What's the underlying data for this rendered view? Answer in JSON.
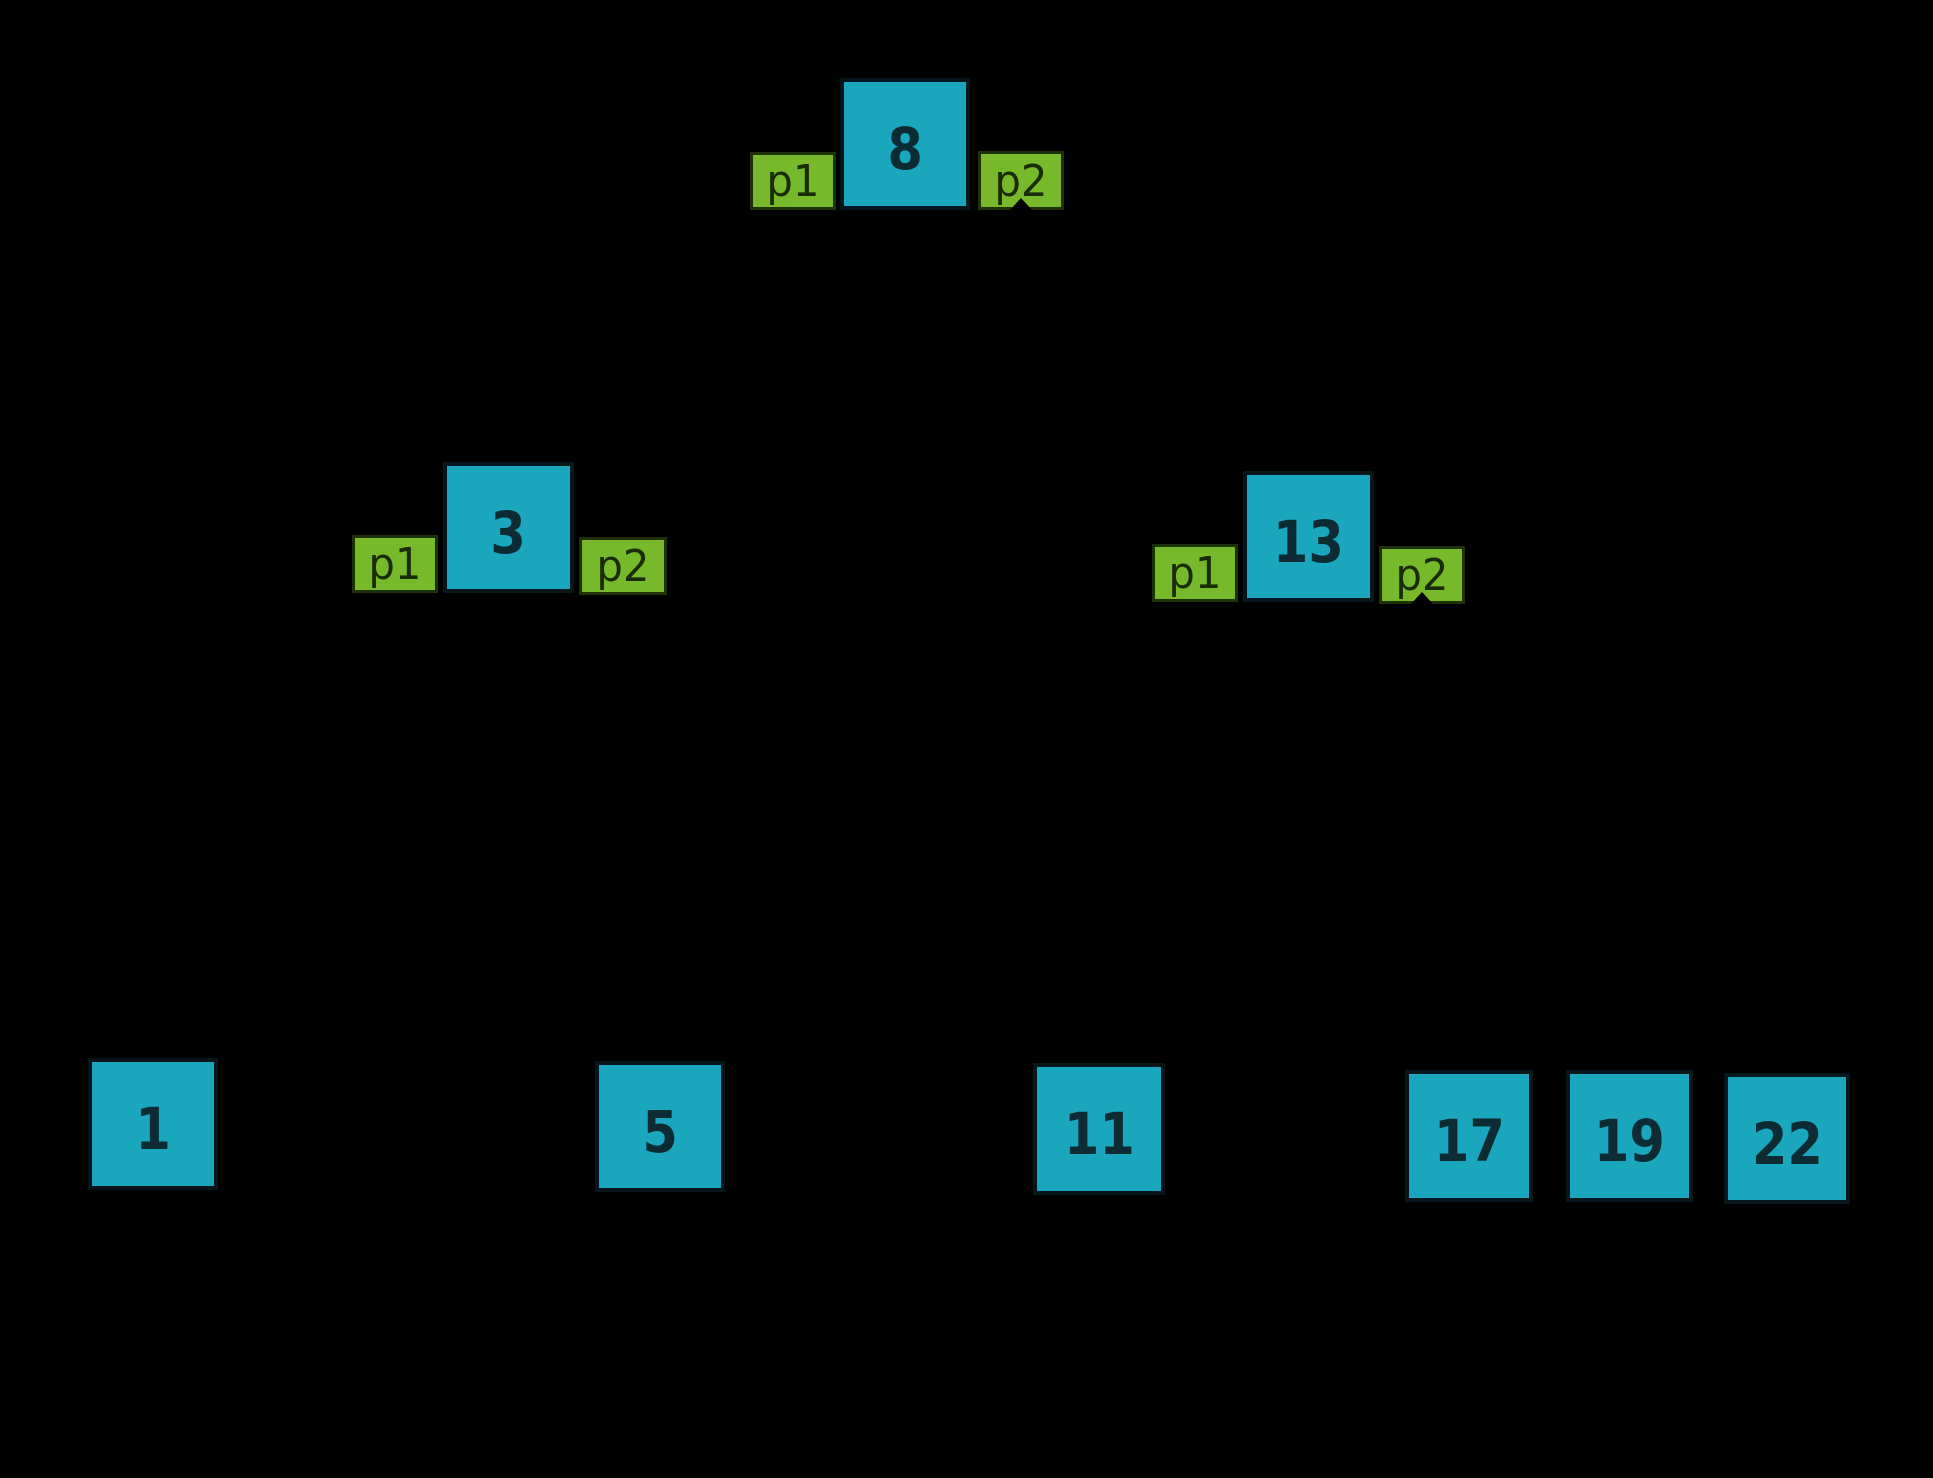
{
  "diagram": {
    "type": "binary-tree",
    "pointer_labels": {
      "p1": "p1",
      "p2": "p2"
    },
    "nodes": {
      "n8": {
        "value": "8",
        "has_pointers": true
      },
      "n3": {
        "value": "3",
        "has_pointers": true
      },
      "n13": {
        "value": "13",
        "has_pointers": true
      },
      "n1": {
        "value": "1",
        "has_pointers": false
      },
      "n5": {
        "value": "5",
        "has_pointers": false
      },
      "n11": {
        "value": "11",
        "has_pointers": false
      },
      "n17": {
        "value": "17",
        "has_pointers": false
      },
      "n19": {
        "value": "19",
        "has_pointers": false
      },
      "n22": {
        "value": "22",
        "has_pointers": false
      }
    },
    "levels": [
      [
        "8"
      ],
      [
        "3",
        "13"
      ],
      [
        "1",
        "5",
        "11",
        "17",
        "19",
        "22"
      ]
    ],
    "colors": {
      "background": "#000000",
      "node_fill": "#1AA7BE",
      "node_border": "#06161C",
      "node_text": "#0C2B33",
      "pointer_fill": "#77B92B",
      "pointer_border": "#1F3107",
      "pointer_text": "#1B2B07"
    }
  }
}
